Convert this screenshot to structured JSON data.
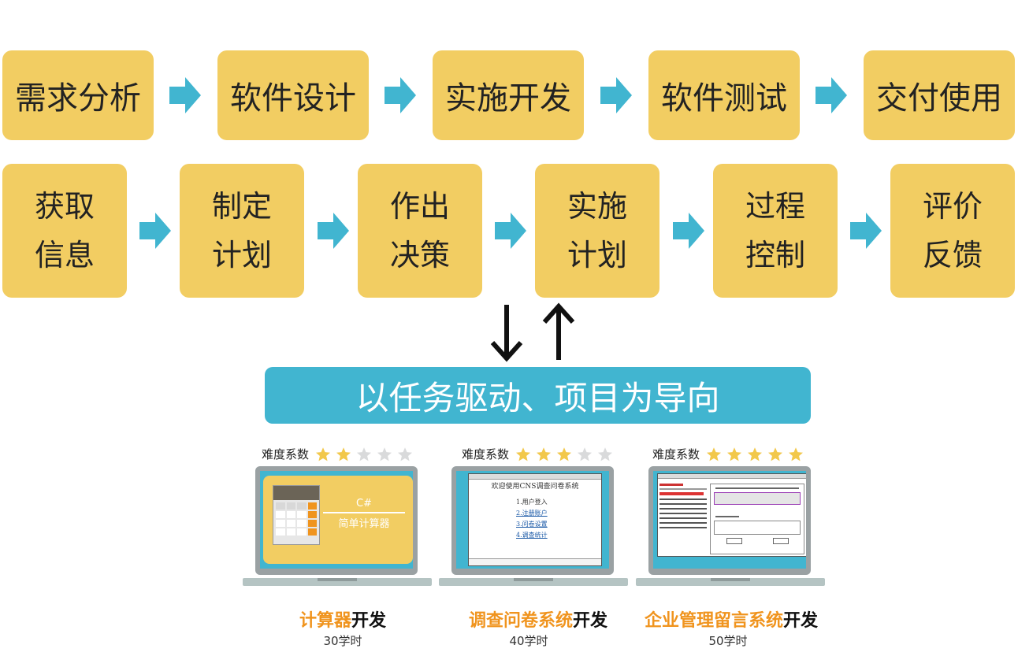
{
  "row1": [
    "需求分析",
    "软件设计",
    "实施开发",
    "软件测试",
    "交付使用"
  ],
  "row2": [
    [
      "获取",
      "信息"
    ],
    [
      "制定",
      "计划"
    ],
    [
      "作出",
      "决策"
    ],
    [
      "实施",
      "计划"
    ],
    [
      "过程",
      "控制"
    ],
    [
      "评价",
      "反馈"
    ]
  ],
  "banner": "以任务驱动、项目为导向",
  "projects": [
    {
      "difficulty_label": "难度系数",
      "stars": 2,
      "name_orange": "计算器",
      "name_black": "开发",
      "hours": "30学时",
      "screen": {
        "title": "C#",
        "subtitle": "简单计算器"
      }
    },
    {
      "difficulty_label": "难度系数",
      "stars": 3,
      "name_orange": "调查问卷系统",
      "name_black": "开发",
      "hours": "40学时",
      "screen": {
        "title": "欢迎使用CNS调查问卷系统",
        "items": [
          "1.用户登入",
          "2.注册账户",
          "3.问卷设置",
          "4.调查统计"
        ]
      }
    },
    {
      "difficulty_label": "难度系数",
      "stars": 5,
      "name_orange": "企业管理留言系统",
      "name_black": "开发",
      "hours": "50学时",
      "screen": {}
    }
  ],
  "colors": {
    "box": "#f2cd62",
    "accent": "#41b5d0",
    "orange": "#f0941e",
    "star_on": "#f2c84b",
    "star_off": "#d9dadb"
  },
  "icons": {
    "flow_arrow": "right-arrow-icon",
    "down": "down-arrow-icon",
    "up": "up-arrow-icon",
    "star": "star-icon"
  }
}
